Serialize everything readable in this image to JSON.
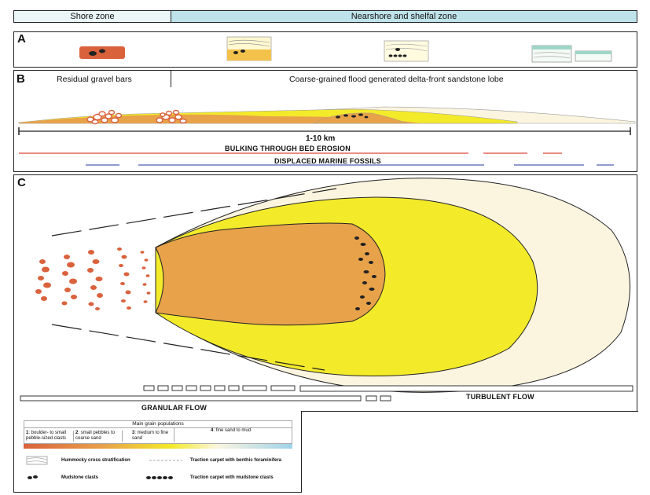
{
  "zones": {
    "shore": "Shore zone",
    "nearshore": "Nearshore and shelfal zone"
  },
  "panels": {
    "a": {
      "letter": "A"
    },
    "b": {
      "letter": "B",
      "left_title": "Residual gravel bars",
      "right_title": "Coarse-grained flood generated delta-front sandstone lobe",
      "scale_label": "1-10 km",
      "erosion_caption": "BULKING THROUGH BED EROSION",
      "fossils_caption": "DISPLACED MARINE FOSSILS"
    },
    "c": {
      "letter": "C",
      "granular_flow": "GRANULAR FLOW",
      "turbulent_flow": "TURBULENT FLOW"
    }
  },
  "legend": {
    "title": "Main grain populations",
    "populations": [
      {
        "num": "1",
        "text": ": boulder- to small pebble-sized clasts"
      },
      {
        "num": "2",
        "text": ": small pebbles to coarse sand"
      },
      {
        "num": "3",
        "text": ": medium to fine sand"
      },
      {
        "num": "4",
        "text": ": fine sand to mud"
      }
    ],
    "hummocky": "Hummocky cross stratification",
    "traction_benthic": "Traction carpet with benthic foraminifera",
    "mudstone": "Mudstone clasts",
    "traction_mudstone": "Traction carpet with mudstone clasts"
  },
  "colors": {
    "header_fill": "#bfe3ea",
    "orange": "#e8a24a",
    "yellow": "#f3ea2a",
    "cream": "#fbf5df",
    "clast": "#d9623d",
    "red_line": "#d94a3a",
    "blue_line": "#4f5fb0"
  }
}
